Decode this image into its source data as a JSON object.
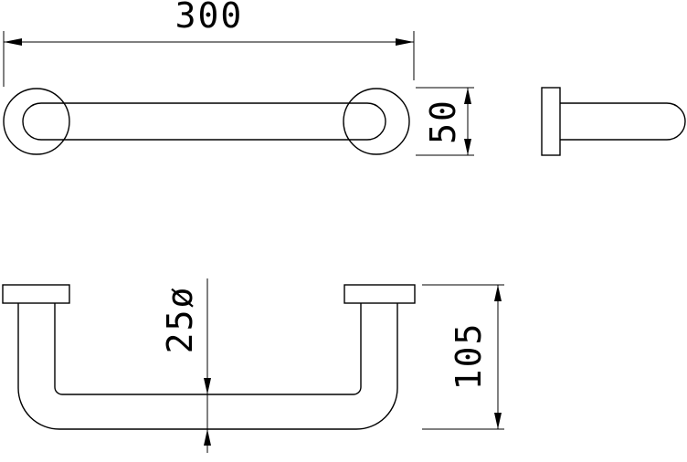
{
  "dimensions": {
    "length": "300",
    "height": "50",
    "tube_diameter": "25ø",
    "depth": "105"
  },
  "colors": {
    "line": "#000000",
    "background": "#ffffff"
  }
}
